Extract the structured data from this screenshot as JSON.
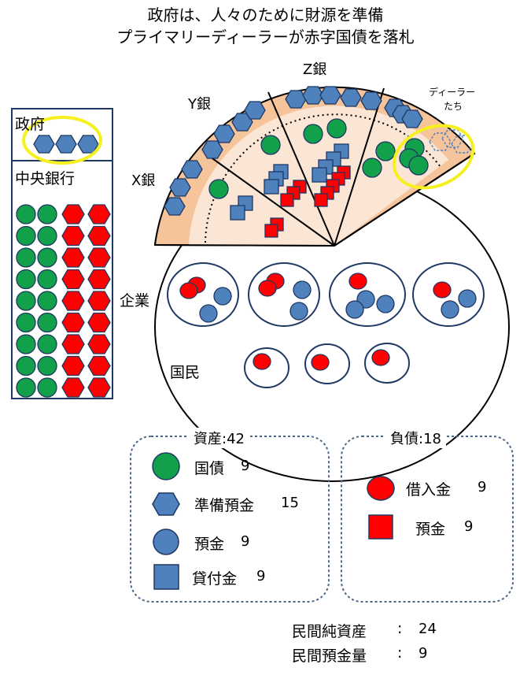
{
  "title": {
    "line1": "政府は、人々のために財源を準備",
    "line2": "プライマリーディーラーが赤字国債を落札"
  },
  "left_panel": {
    "government_label": "政府",
    "central_bank_label": "中央銀行"
  },
  "banks": {
    "x_label": "X銀",
    "y_label": "Y銀",
    "z_label": "Z銀",
    "dealers_label_line1": "ディーラー",
    "dealers_label_line2": "たち"
  },
  "sectors": {
    "companies_label": "企業",
    "citizens_label": "国民"
  },
  "assets_box": {
    "header": "資産:42",
    "items": [
      {
        "label": "国債",
        "value": "9",
        "icon": "green-circle-icon"
      },
      {
        "label": "準備預金",
        "value": "15",
        "icon": "blue-hexagon-icon"
      },
      {
        "label": "預金",
        "value": "9",
        "icon": "blue-circle-icon"
      },
      {
        "label": "貸付金",
        "value": "9",
        "icon": "blue-square-icon"
      }
    ]
  },
  "liabilities_box": {
    "header": "負債:18",
    "items": [
      {
        "label": "借入金",
        "value": "9",
        "icon": "red-circle-icon"
      },
      {
        "label": "預金",
        "value": "9",
        "icon": "red-square-icon"
      }
    ]
  },
  "summary": {
    "net_assets_label": "民間純資産",
    "net_assets_sep": ":",
    "net_assets_value": "24",
    "deposits_label": "民間預金量",
    "deposits_sep": ":",
    "deposits_value": "9"
  },
  "colors": {
    "green": "#13a04a",
    "blue": "#4f81bd",
    "red": "#ff0000",
    "highlight": "#f5f01e",
    "bank_outer": "#f6c49b",
    "bank_inner": "#fbe6d6",
    "navy": "#1f3864",
    "box_border": "#4a6888"
  }
}
